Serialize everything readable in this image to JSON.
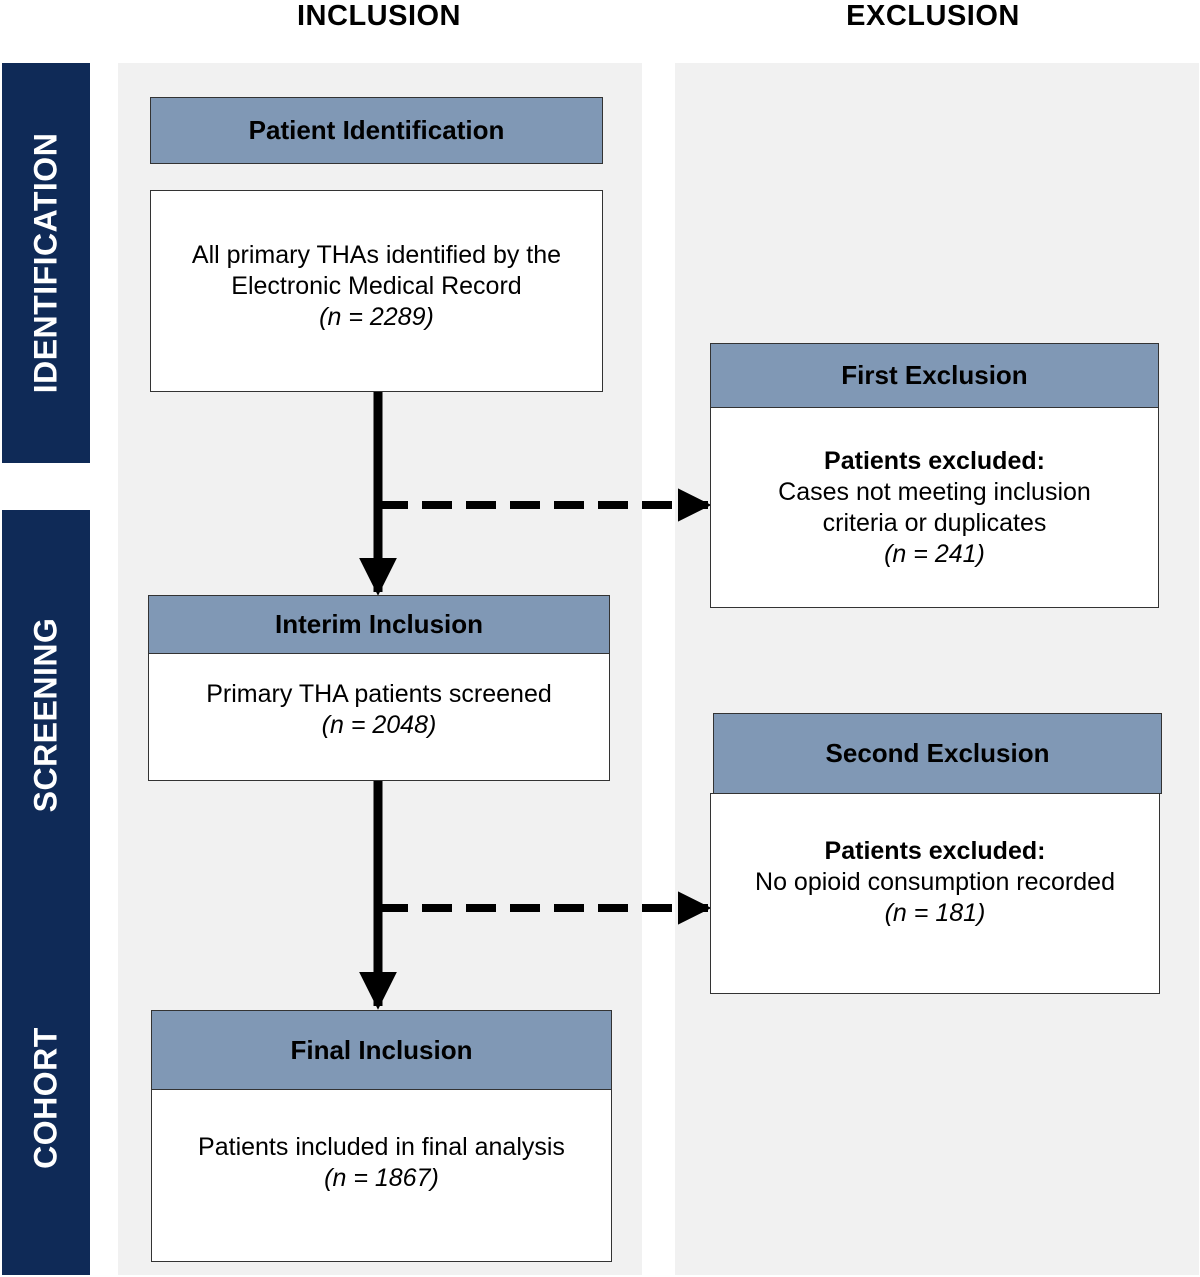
{
  "columns": {
    "inclusion": "INCLUSION",
    "exclusion": "EXCLUSION"
  },
  "stages": {
    "identification": "IDENTIFICATION",
    "screening": "SCREENING",
    "cohort": "COHORT"
  },
  "identification": {
    "title": "Patient Identification",
    "line1": "All primary THAs identified by the",
    "line2": "Electronic Medical Record",
    "count": "(n = 2289)"
  },
  "first_exclusion": {
    "title": "First Exclusion",
    "heading": "Patients excluded:",
    "line1": "Cases not meeting inclusion",
    "line2": "criteria or duplicates",
    "count": "(n = 241)"
  },
  "interim": {
    "title": "Interim Inclusion",
    "line1": "Primary THA patients screened",
    "count": "(n = 2048)"
  },
  "second_exclusion": {
    "title": "Second Exclusion",
    "heading": "Patients excluded:",
    "line1": "No opioid consumption recorded",
    "count": "(n = 181)"
  },
  "final": {
    "title": "Final Inclusion",
    "line1": "Patients included in final analysis",
    "count": "(n = 1867)"
  },
  "colors": {
    "stage_band": "#0f2a57",
    "box_header": "#8098b5",
    "panel": "#f1f1f1"
  }
}
